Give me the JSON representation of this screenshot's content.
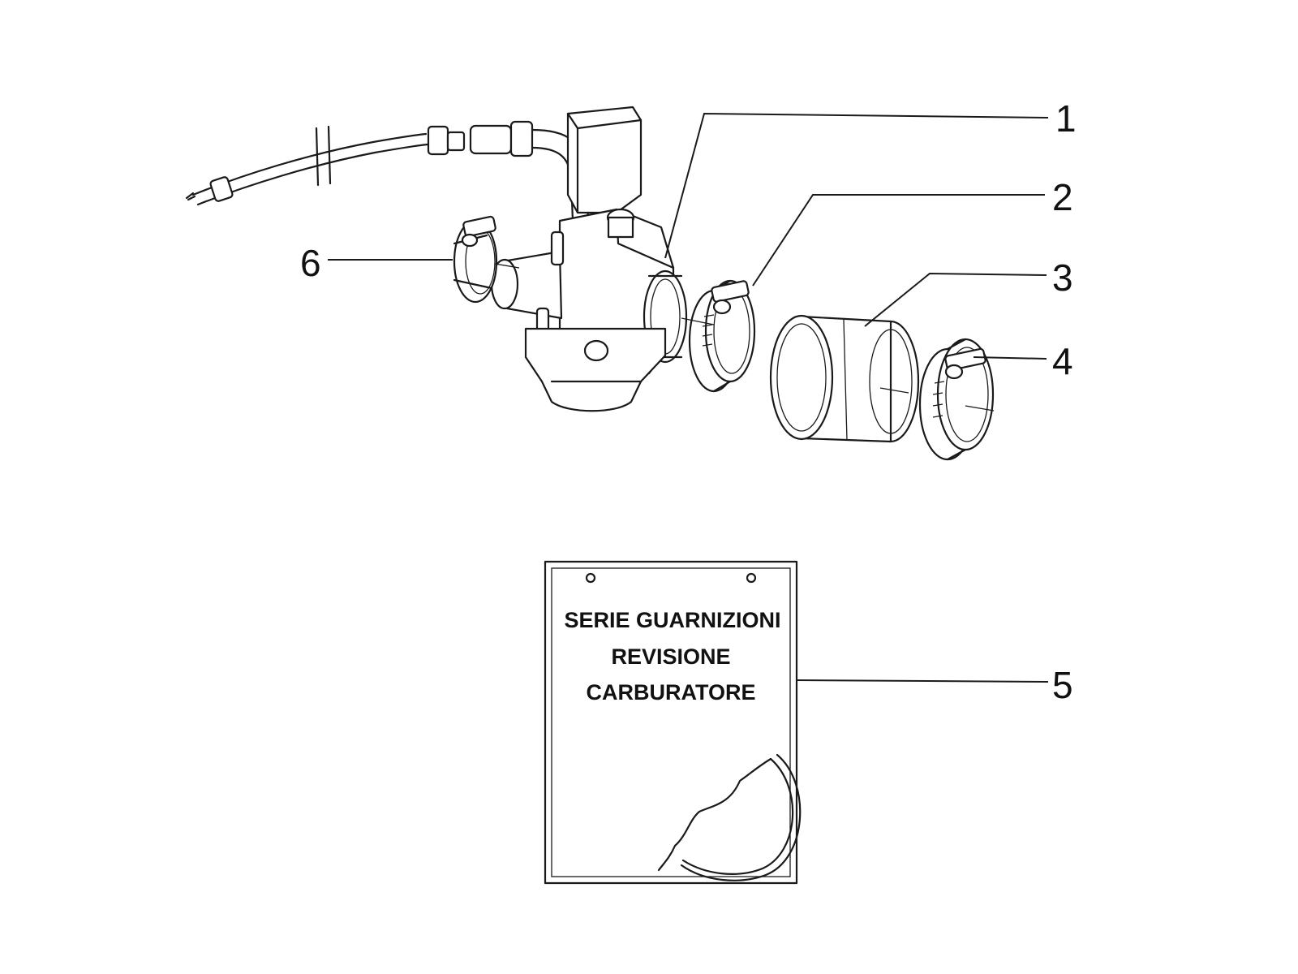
{
  "diagram": {
    "callouts": [
      {
        "id": "1",
        "label": "1"
      },
      {
        "id": "2",
        "label": "2"
      },
      {
        "id": "3",
        "label": "3"
      },
      {
        "id": "4",
        "label": "4"
      },
      {
        "id": "5",
        "label": "5"
      },
      {
        "id": "6",
        "label": "6"
      }
    ],
    "gasket_kit": {
      "lines": [
        "SERIE GUARNIZIONI",
        "REVISIONE",
        "CARBURATORE"
      ]
    }
  }
}
